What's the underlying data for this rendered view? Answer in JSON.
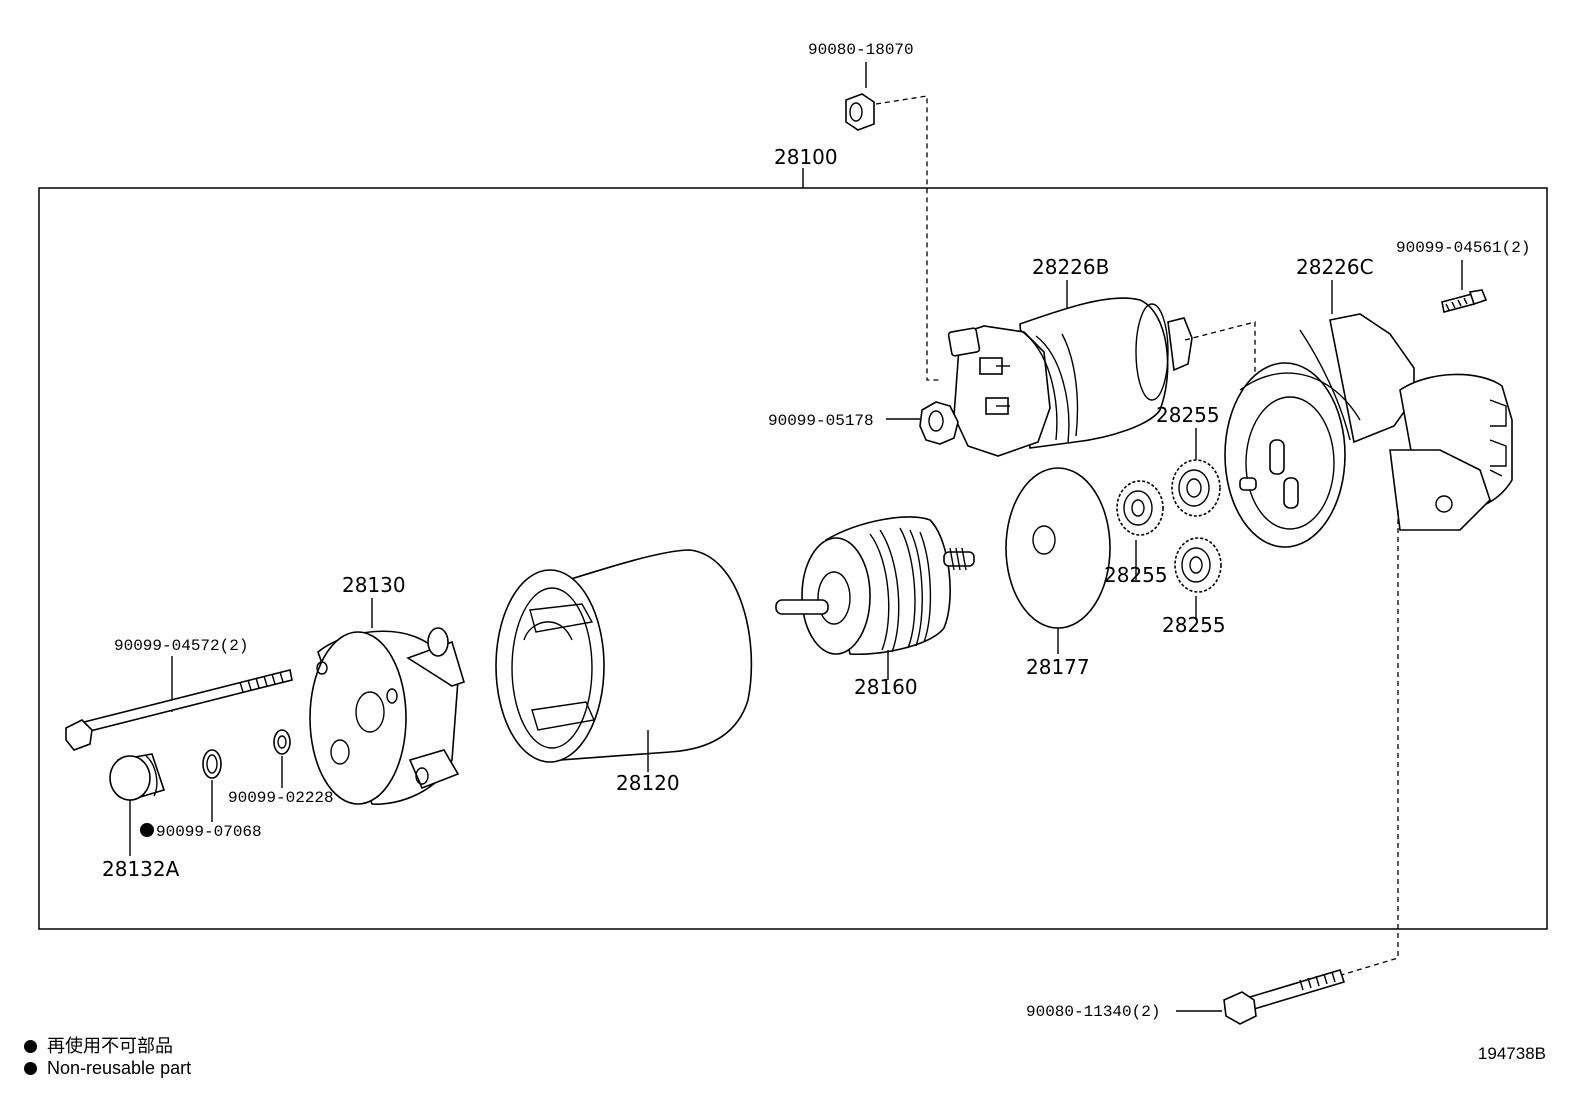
{
  "labels": {
    "p90080_18070": "90080-18070",
    "p28100": "28100",
    "p28226B": "28226B",
    "p28226C": "28226C",
    "p90099_04561": "90099-04561(2)",
    "p90099_05178": "90099-05178",
    "p28255_a": "28255",
    "p28255_b": "28255",
    "p28255_c": "28255",
    "p28177": "28177",
    "p28160": "28160",
    "p28130": "28130",
    "p90099_04572": "90099-04572(2)",
    "p28120": "28120",
    "p90099_02228": "90099-02228",
    "p90099_07068": "90099-07068",
    "p28132A": "28132A",
    "p90080_11340": "90080-11340(2)"
  },
  "legend": {
    "jp": "再使用不可部品",
    "en": "Non-reusable part"
  },
  "diagram_id": "194738B"
}
